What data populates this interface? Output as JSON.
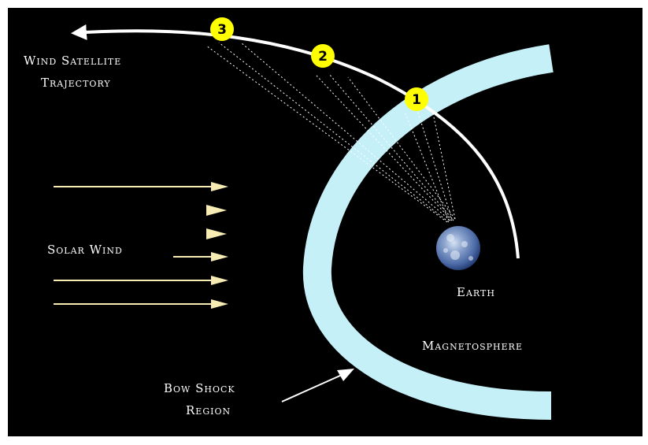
{
  "diagram": {
    "labels": {
      "trajectory_line1": "Wind Satellite",
      "trajectory_line2": "Trajectory",
      "solar_wind": "Solar Wind",
      "earth": "Earth",
      "magnetosphere": "Magnetosphere",
      "bow_shock_line1": "Bow Shock",
      "bow_shock_line2": "Region"
    },
    "markers": [
      "1",
      "2",
      "3"
    ],
    "colors": {
      "background": "#000000",
      "trajectory": "#ffffff",
      "bow_shock": "#c6f0f8",
      "solar_wind_arrows": "#f6ecb4",
      "markers": "#ffff00",
      "earth": "#5a78b4"
    }
  }
}
